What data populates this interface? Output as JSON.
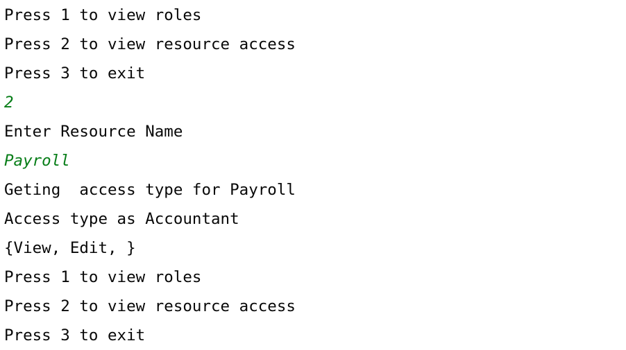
{
  "console": {
    "lines": [
      {
        "text": "Press 1 to view roles",
        "kind": "output"
      },
      {
        "text": "Press 2 to view resource access",
        "kind": "output"
      },
      {
        "text": "Press 3 to exit",
        "kind": "output"
      },
      {
        "text": "2",
        "kind": "user-input"
      },
      {
        "text": "Enter Resource Name",
        "kind": "output"
      },
      {
        "text": "Payroll",
        "kind": "user-input"
      },
      {
        "text": "Geting  access type for Payroll",
        "kind": "output"
      },
      {
        "text": "Access type as Accountant",
        "kind": "output"
      },
      {
        "text": "{View, Edit, }",
        "kind": "output"
      },
      {
        "text": "Press 1 to view roles",
        "kind": "output"
      },
      {
        "text": "Press 2 to view resource access",
        "kind": "output"
      },
      {
        "text": "Press 3 to exit",
        "kind": "output"
      }
    ]
  },
  "colors": {
    "background": "#ffffff",
    "output_text": "#080808",
    "user_input_text": "#067d17"
  }
}
